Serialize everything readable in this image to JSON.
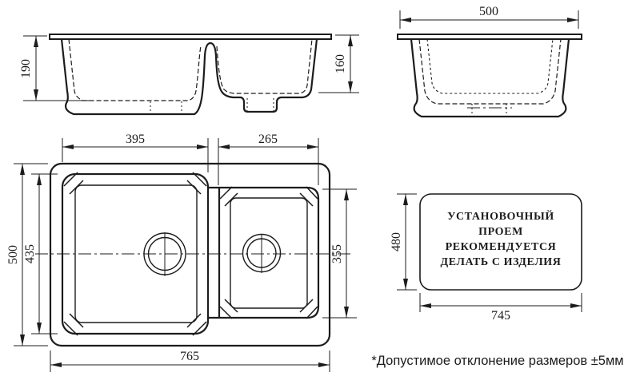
{
  "colors": {
    "background": "#ffffff",
    "line": "#1c1c1c"
  },
  "drawing": {
    "front_view": {
      "depth_left": "190",
      "depth_right": "160"
    },
    "side_view": {
      "width": "500"
    },
    "top_view": {
      "left_bowl_width": "395",
      "right_bowl_width": "265",
      "overall_depth": "500",
      "left_bowl_depth": "435",
      "right_bowl_depth": "355",
      "overall_width": "765"
    },
    "install_opening": {
      "lines": [
        "УСТАНОВОЧНЫЙ",
        "ПРОЕМ",
        "РЕКОМЕНДУЕТСЯ",
        "ДЕЛАТЬ С ИЗДЕЛИЯ"
      ],
      "height": "480",
      "width": "745"
    }
  },
  "footnote": "*Допустимое отклонение размеров ±5мм"
}
